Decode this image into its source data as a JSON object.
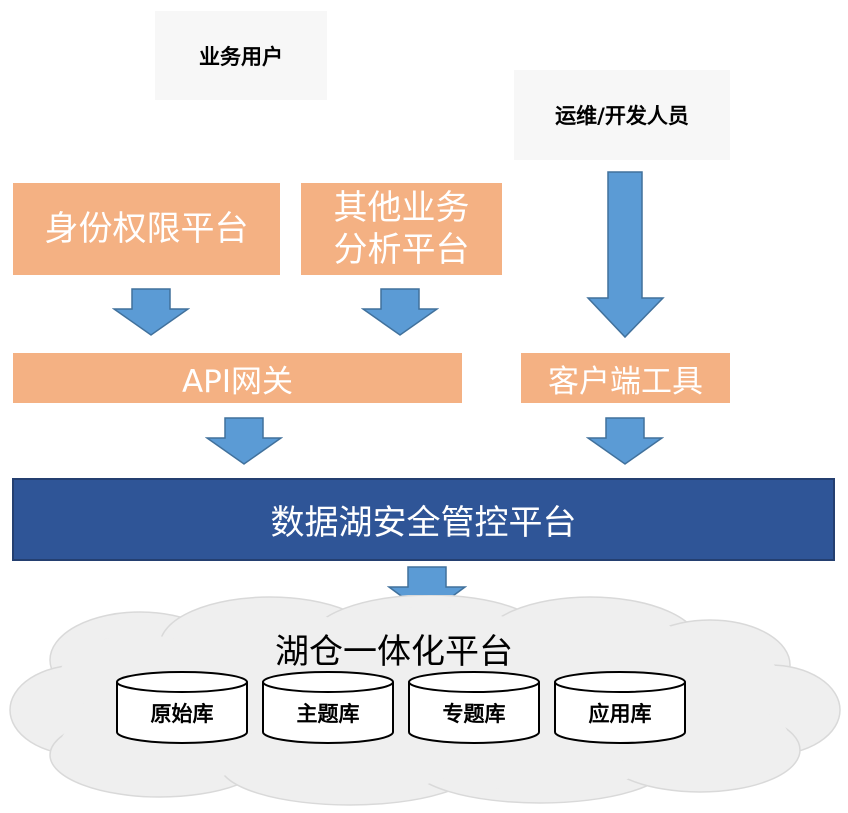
{
  "users": {
    "business": "业务用户",
    "ops": "运维/开发人员"
  },
  "platforms": {
    "identity": "身份权限平台",
    "analysis_line1": "其他业务",
    "analysis_line2": "分析平台",
    "gateway": "API网关",
    "client": "客户端工具",
    "security": "数据湖安全管控平台"
  },
  "lakehouse": {
    "title": "湖仓一体化平台",
    "databases": [
      "原始库",
      "主题库",
      "专题库",
      "应用库"
    ]
  },
  "colors": {
    "orange": "#f4b183",
    "navy": "#2f5597",
    "arrow": "#5b9bd5",
    "cloud": "#efefef"
  }
}
